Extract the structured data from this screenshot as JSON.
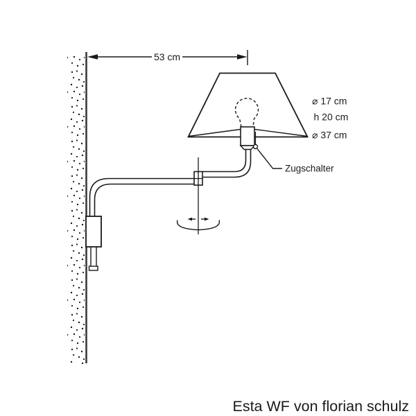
{
  "colors": {
    "line": "#1a1a1a",
    "wall": "#3a3a3a",
    "background": "#ffffff"
  },
  "dimension": {
    "arm_width": "53 cm"
  },
  "shade_labels": {
    "top_diameter": "⌀ 17 cm",
    "height": "h 20 cm",
    "bottom_diameter": "⌀ 37 cm"
  },
  "annotations": {
    "pull_switch": "Zugschalter"
  },
  "caption": {
    "product_name": "Esta WF von florian schulz"
  }
}
